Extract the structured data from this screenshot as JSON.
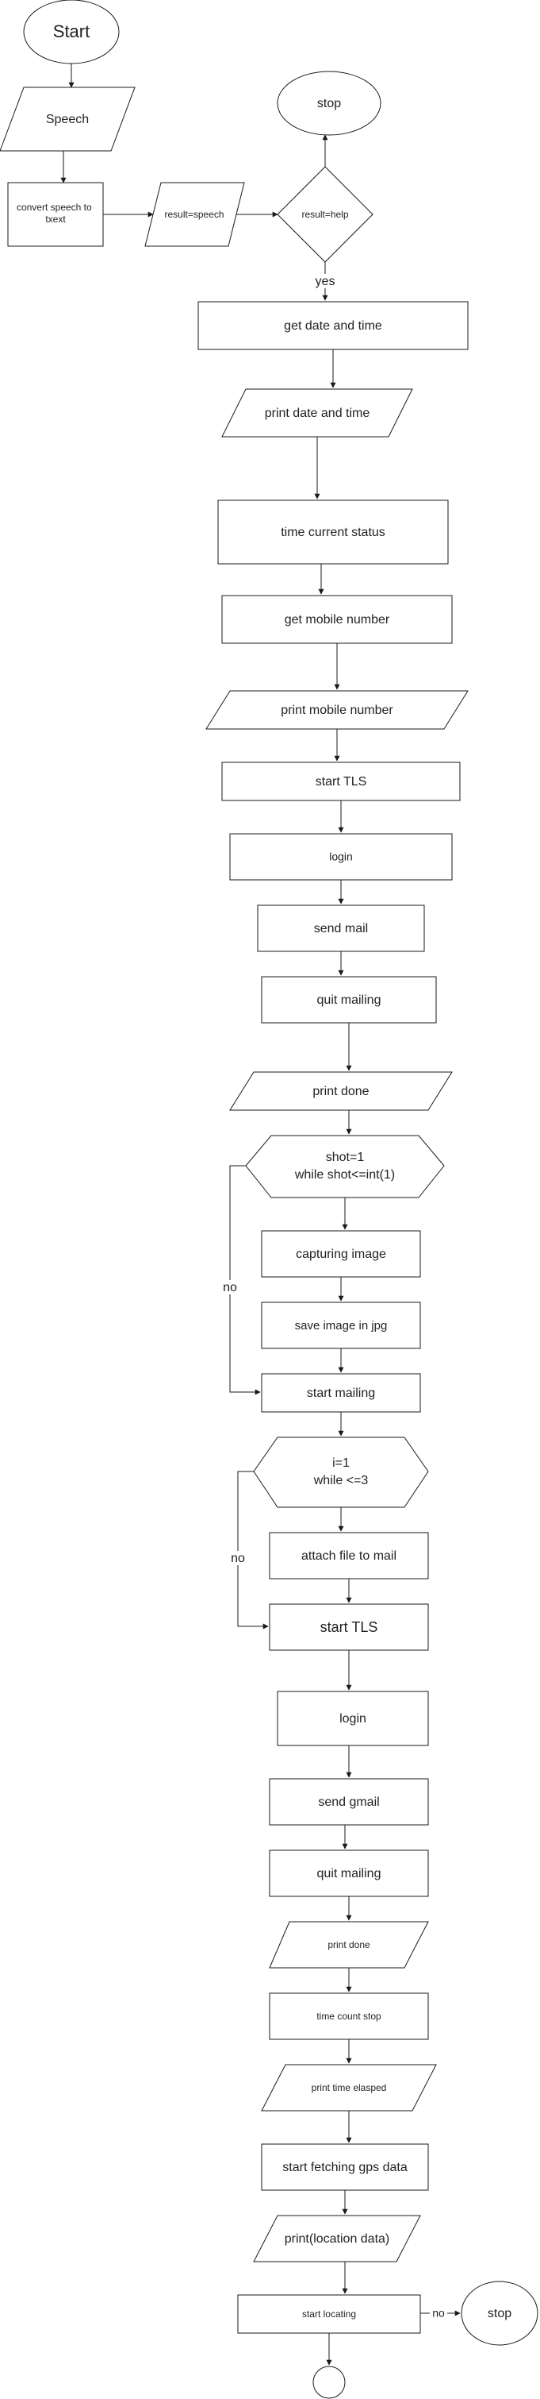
{
  "nodes": {
    "start": "Start",
    "speech": "Speech",
    "convert": "convert speech to txext",
    "result_speech": "result=speech",
    "result_help": "result=help",
    "stop_top": "stop",
    "get_date": "get date and time",
    "print_date": "print date and time",
    "time_status": "time current status",
    "get_mobile": "get mobile number",
    "print_mobile": "print mobile number",
    "start_tls_1": "start TLS",
    "login_1": "login",
    "send_mail": "send mail",
    "quit_mailing_1": "quit mailing",
    "print_done_1": "print done",
    "loop_shot_l1": "shot=1",
    "loop_shot_l2": "while shot<=int(1)",
    "capturing": "capturing image",
    "save_image": "save image in jpg",
    "start_mailing": "start mailing",
    "loop_i_l1": "i=1",
    "loop_i_l2": "while <=3",
    "attach_file": "attach file to mail",
    "start_tls_2": "start TLS",
    "login_2": "login",
    "send_gmail": "send gmail",
    "quit_mailing_2": "quit mailing",
    "print_done_2": "print done",
    "time_count_stop": "time count stop",
    "print_elapsed": "print time elasped",
    "start_gps": "start fetching gps data",
    "print_location": "print(location data)",
    "start_locating": "start locating",
    "stop_bottom": "stop"
  },
  "edge_labels": {
    "yes": "yes",
    "no_1": "no",
    "no_2": "no",
    "no_3": "no"
  }
}
